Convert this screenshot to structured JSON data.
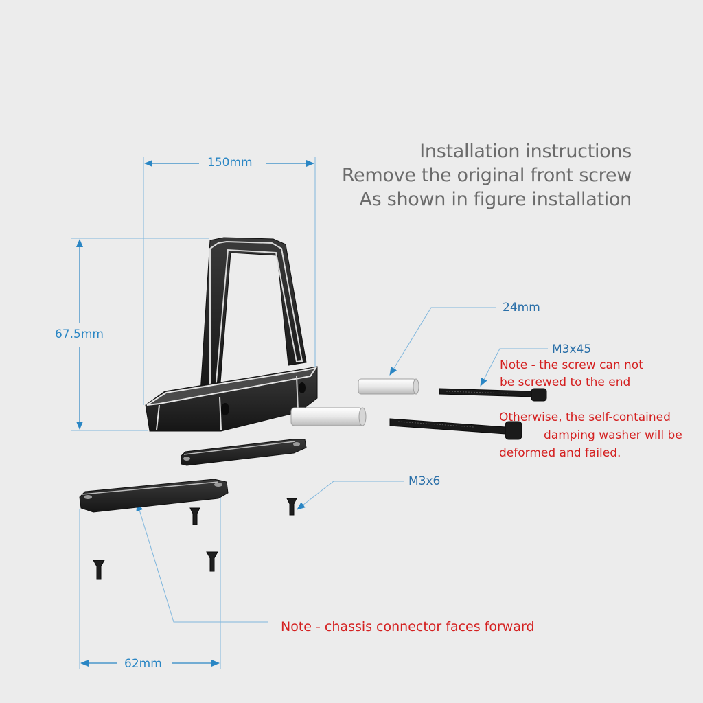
{
  "instructions": {
    "line1": "Installation instructions",
    "line2": "Remove the original front screw",
    "line3": "As shown in figure installation"
  },
  "dimensions": {
    "width": "150mm",
    "height": "67.5mm",
    "spacer": "24mm",
    "bracket": "62mm"
  },
  "parts": {
    "long_screw": "M3x45",
    "short_screw": "M3x6"
  },
  "notes": {
    "screw_line1": "Note - the screw can not",
    "screw_line2": "be screwed to the end",
    "washer_line1": "Otherwise, the self-contained",
    "washer_line2": "damping washer will be",
    "washer_line3": "deformed and failed.",
    "chassis": "Note - chassis connector faces forward"
  },
  "colors": {
    "background": "#ececec",
    "dimension_blue": "#2a86c4",
    "note_red": "#d42020",
    "part_black": "#1e1e1e"
  }
}
